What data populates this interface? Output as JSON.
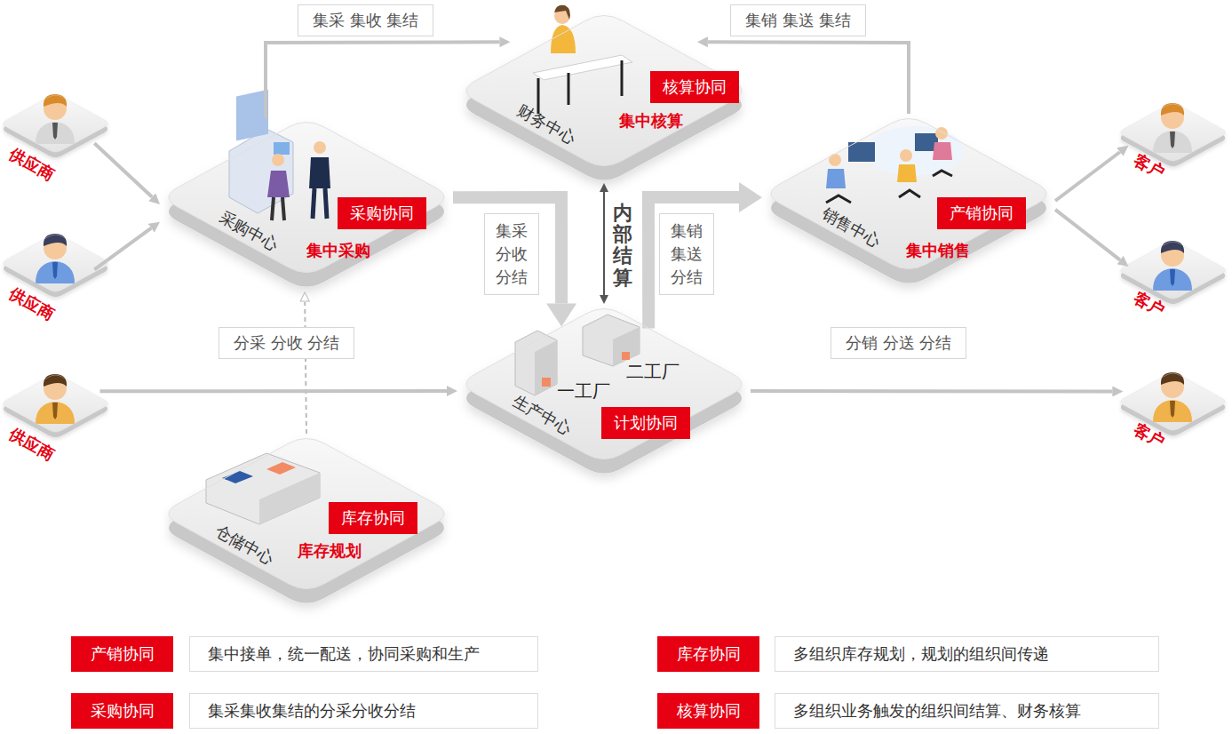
{
  "diagram": {
    "nodes": [
      {
        "text": [
          "财务中心",
          "集中核算"
        ]
      },
      {
        "text": [
          "核算协同"
        ],
        "in": 0
      },
      {
        "text": [
          "供应商"
        ]
      },
      {
        "text": [
          "采购中心",
          "集中采购"
        ]
      },
      {
        "text": [
          "采购协同"
        ],
        "in": 3
      },
      {
        "text": [
          "销售中心",
          "集中销售"
        ]
      },
      {
        "text": [
          "产销协同"
        ],
        "in": 5
      },
      {
        "text": [
          "客户"
        ]
      },
      {
        "text": [
          "供应商"
        ]
      },
      {
        "text": [
          "客户"
        ]
      },
      {
        "text": [
          "生产中心",
          "一工厂",
          "二工厂"
        ]
      },
      {
        "text": [
          "计划协同"
        ],
        "in": 10
      },
      {
        "text": [
          "供应商"
        ]
      },
      {
        "text": [
          "客户"
        ]
      },
      {
        "text": [
          "仓储中心",
          "库存规划"
        ]
      },
      {
        "text": [
          "库存协同"
        ],
        "in": 14
      },
      {
        "text": [
          "产销协同"
        ]
      },
      {
        "text": [
          "集中接单，统一配送，协同采购和生产"
        ]
      },
      {
        "text": [
          "库存协同"
        ]
      },
      {
        "text": [
          "多组织库存规划，规划的组织间传递"
        ]
      },
      {
        "text": [
          "采购协同"
        ]
      },
      {
        "text": [
          "集采集收集结的分采分收分结"
        ]
      },
      {
        "text": [
          "核算协同"
        ]
      },
      {
        "text": [
          "多组织业务触发的组织间结算、财务核算"
        ]
      }
    ],
    "edges": [
      {
        "from": 3,
        "to": 0,
        "label": "集采 集收 集结",
        "arrow": "to"
      },
      {
        "from": 5,
        "to": 0,
        "label": "集销 集送 集结",
        "arrow": "to"
      },
      {
        "from": 2,
        "to": 3,
        "arrow": "to"
      },
      {
        "from": 8,
        "to": 3,
        "arrow": "to"
      },
      {
        "from": 3,
        "to": 10,
        "label": "集采 分收 分结",
        "arrow": "to"
      },
      {
        "from": 0,
        "to": 10,
        "label": "内部结算",
        "arrow": "both"
      },
      {
        "from": 10,
        "to": 5,
        "label": "集销 集送 分结",
        "arrow": "to"
      },
      {
        "from": 5,
        "to": 7,
        "arrow": "to"
      },
      {
        "from": 5,
        "to": 9,
        "arrow": "to"
      },
      {
        "from": 14,
        "to": 3,
        "label": "分采 分收 分结",
        "arrow": "to"
      },
      {
        "from": 12,
        "to": 10,
        "arrow": "to"
      },
      {
        "from": 10,
        "to": 13,
        "label": "分销 分送 分结",
        "arrow": "to"
      }
    ]
  }
}
